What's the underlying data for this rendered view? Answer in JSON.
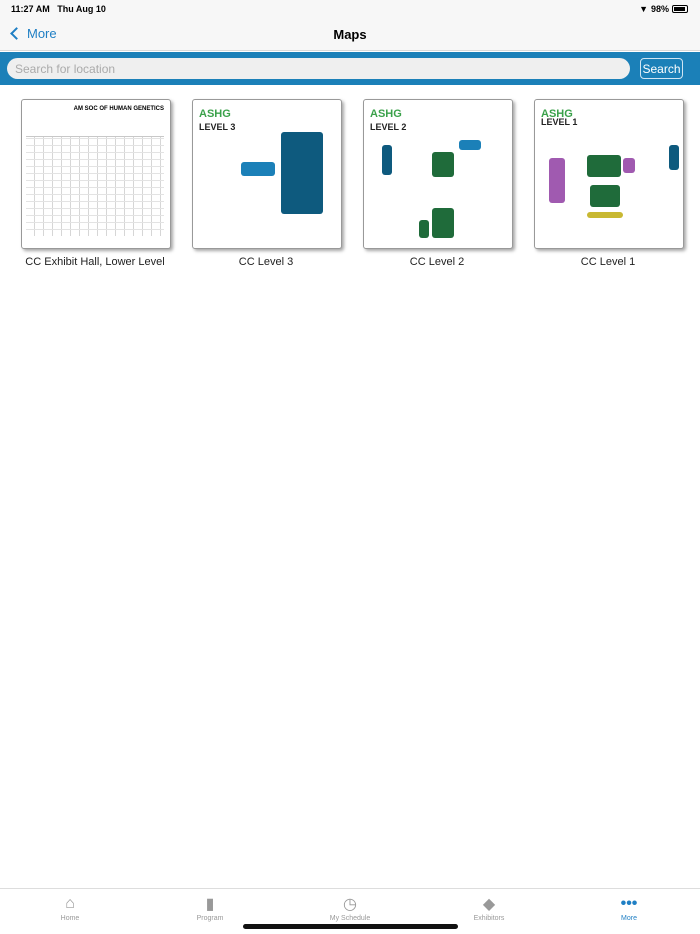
{
  "status": {
    "time": "11:27 AM",
    "date": "Thu Aug 10",
    "battery": "98%",
    "battery_level": 0.98
  },
  "nav": {
    "back_label": "More",
    "title": "Maps"
  },
  "search": {
    "placeholder": "Search for location",
    "value": "",
    "button": "Search"
  },
  "maps": [
    {
      "label": "CC Exhibit Hall, Lower Level",
      "image_text": "AM SOC OF HUMAN GENETICS"
    },
    {
      "label": "CC Level 3",
      "image_text": "LEVEL 3"
    },
    {
      "label": "CC Level 2",
      "image_text": "LEVEL 2"
    },
    {
      "label": "CC Level 1",
      "image_text": "LEVEL 1"
    }
  ],
  "logo_text": "ASHG",
  "tabs": [
    {
      "label": "Home",
      "icon": "home-icon"
    },
    {
      "label": "Program",
      "icon": "book-icon"
    },
    {
      "label": "My Schedule",
      "icon": "calendar-clock-icon"
    },
    {
      "label": "Exhibitors",
      "icon": "handshake-icon"
    },
    {
      "label": "More",
      "icon": "ellipsis-icon",
      "active": true
    }
  ],
  "colors": {
    "accent": "#1f7fc4",
    "search_bar": "#1b80b8"
  }
}
